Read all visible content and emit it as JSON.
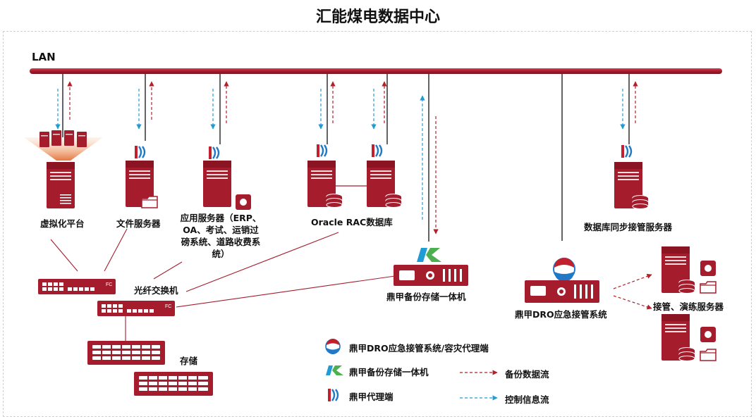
{
  "title": "汇能煤电数据中心",
  "lan_label": "LAN",
  "nodes": {
    "virtualization": "虚拟化平台",
    "file_server": "文件服务器",
    "app_server": [
      "应用服务器（ERP、",
      "OA、考试、运销过",
      "磅系统、道路收费系",
      "统）"
    ],
    "oracle_rac": "Oracle RAC数据库",
    "db_sync": "数据库同步接管服务器",
    "fiber_switch": "光纤交换机",
    "backup_appliance": "鼎甲备份存储一体机",
    "dro_system": "鼎甲DRO应急接管系统",
    "takeover_servers": "接管、演练服务器",
    "storage": "存储",
    "fc_label": "FC"
  },
  "legend": {
    "dro_agent": "鼎甲DRO应急接管系统/容灾代理端",
    "backup_appliance": "鼎甲备份存储一体机",
    "agent": "鼎甲代理端",
    "backup_flow": "备份数据流",
    "control_flow": "控制信息流"
  },
  "colors": {
    "primary_red": "#a51d2d",
    "backup_arrow": "#b3202a",
    "control_arrow": "#1f9bd6"
  }
}
